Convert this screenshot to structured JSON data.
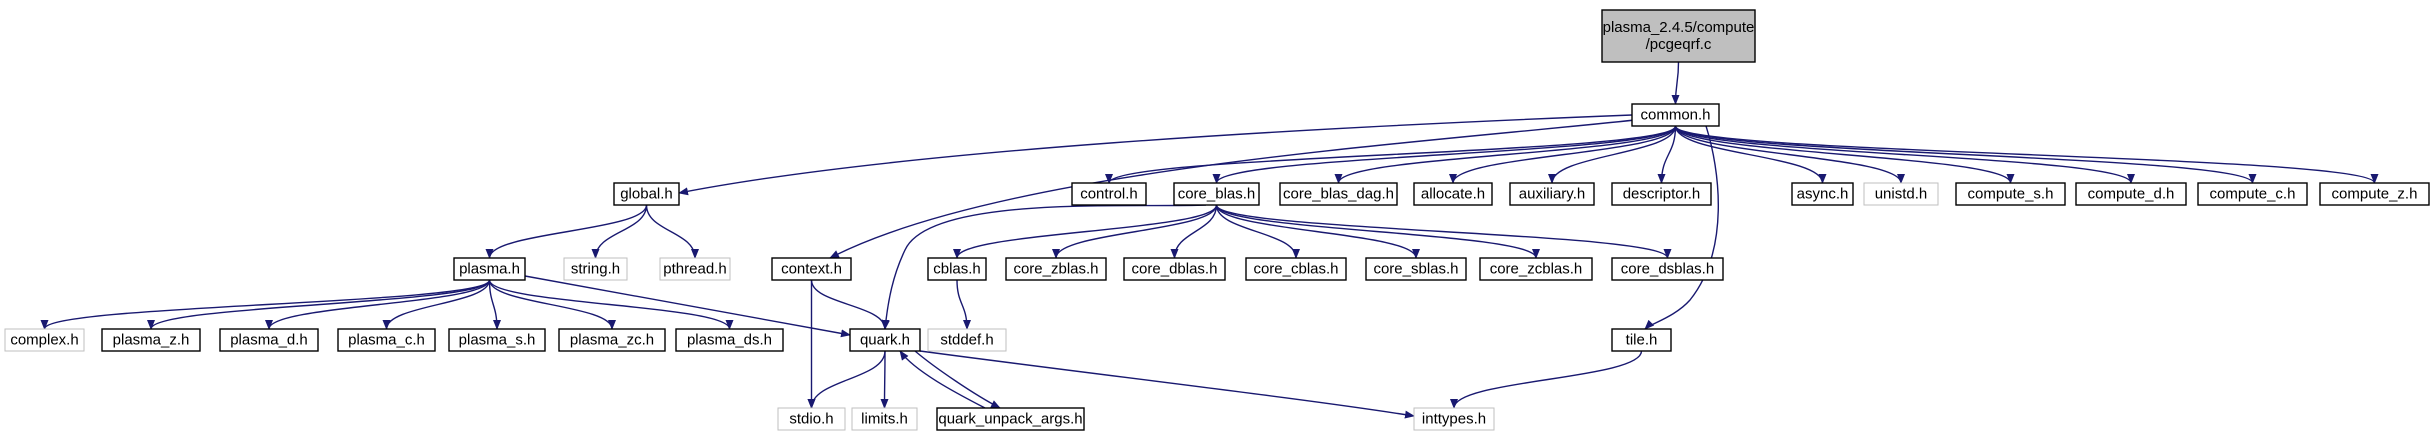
{
  "nodes": [
    {
      "id": "root",
      "lines": [
        "plasma_2.4.5/compute",
        "/pcgeqrf.c"
      ],
      "style": "root"
    },
    {
      "id": "common",
      "lines": [
        "common.h"
      ],
      "style": "normal"
    },
    {
      "id": "global",
      "lines": [
        "global.h"
      ],
      "style": "normal"
    },
    {
      "id": "context",
      "lines": [
        "context.h"
      ],
      "style": "normal"
    },
    {
      "id": "control",
      "lines": [
        "control.h"
      ],
      "style": "normal"
    },
    {
      "id": "core_blas",
      "lines": [
        "core_blas.h"
      ],
      "style": "normal"
    },
    {
      "id": "core_blas_dag",
      "lines": [
        "core_blas_dag.h"
      ],
      "style": "normal"
    },
    {
      "id": "allocate",
      "lines": [
        "allocate.h"
      ],
      "style": "normal"
    },
    {
      "id": "auxiliary",
      "lines": [
        "auxiliary.h"
      ],
      "style": "normal"
    },
    {
      "id": "descriptor",
      "lines": [
        "descriptor.h"
      ],
      "style": "normal"
    },
    {
      "id": "async",
      "lines": [
        "async.h"
      ],
      "style": "normal"
    },
    {
      "id": "unistd",
      "lines": [
        "unistd.h"
      ],
      "style": "external"
    },
    {
      "id": "compute_s",
      "lines": [
        "compute_s.h"
      ],
      "style": "normal"
    },
    {
      "id": "compute_d",
      "lines": [
        "compute_d.h"
      ],
      "style": "normal"
    },
    {
      "id": "compute_c",
      "lines": [
        "compute_c.h"
      ],
      "style": "normal"
    },
    {
      "id": "compute_z",
      "lines": [
        "compute_z.h"
      ],
      "style": "normal"
    },
    {
      "id": "plasma",
      "lines": [
        "plasma.h"
      ],
      "style": "normal"
    },
    {
      "id": "string",
      "lines": [
        "string.h"
      ],
      "style": "external"
    },
    {
      "id": "pthread",
      "lines": [
        "pthread.h"
      ],
      "style": "external"
    },
    {
      "id": "cblas",
      "lines": [
        "cblas.h"
      ],
      "style": "normal"
    },
    {
      "id": "core_zblas",
      "lines": [
        "core_zblas.h"
      ],
      "style": "normal"
    },
    {
      "id": "core_dblas",
      "lines": [
        "core_dblas.h"
      ],
      "style": "normal"
    },
    {
      "id": "core_cblas",
      "lines": [
        "core_cblas.h"
      ],
      "style": "normal"
    },
    {
      "id": "core_sblas",
      "lines": [
        "core_sblas.h"
      ],
      "style": "normal"
    },
    {
      "id": "core_zcblas",
      "lines": [
        "core_zcblas.h"
      ],
      "style": "normal"
    },
    {
      "id": "core_dsblas",
      "lines": [
        "core_dsblas.h"
      ],
      "style": "normal"
    },
    {
      "id": "complex",
      "lines": [
        "complex.h"
      ],
      "style": "external"
    },
    {
      "id": "plasma_z",
      "lines": [
        "plasma_z.h"
      ],
      "style": "normal"
    },
    {
      "id": "plasma_d",
      "lines": [
        "plasma_d.h"
      ],
      "style": "normal"
    },
    {
      "id": "plasma_c",
      "lines": [
        "plasma_c.h"
      ],
      "style": "normal"
    },
    {
      "id": "plasma_s",
      "lines": [
        "plasma_s.h"
      ],
      "style": "normal"
    },
    {
      "id": "plasma_zc",
      "lines": [
        "plasma_zc.h"
      ],
      "style": "normal"
    },
    {
      "id": "plasma_ds",
      "lines": [
        "plasma_ds.h"
      ],
      "style": "normal"
    },
    {
      "id": "quark",
      "lines": [
        "quark.h"
      ],
      "style": "normal"
    },
    {
      "id": "stddef",
      "lines": [
        "stddef.h"
      ],
      "style": "external"
    },
    {
      "id": "tile",
      "lines": [
        "tile.h"
      ],
      "style": "normal"
    },
    {
      "id": "stdio",
      "lines": [
        "stdio.h"
      ],
      "style": "external"
    },
    {
      "id": "limits",
      "lines": [
        "limits.h"
      ],
      "style": "external"
    },
    {
      "id": "quark_unpack_args",
      "lines": [
        "quark_unpack_args.h"
      ],
      "style": "normal"
    },
    {
      "id": "inttypes",
      "lines": [
        "inttypes.h"
      ],
      "style": "external"
    }
  ],
  "edges": [
    {
      "from": "root",
      "to": "common"
    },
    {
      "from": "common",
      "to": "global"
    },
    {
      "from": "common",
      "to": "context"
    },
    {
      "from": "common",
      "to": "control"
    },
    {
      "from": "common",
      "to": "core_blas"
    },
    {
      "from": "common",
      "to": "core_blas_dag"
    },
    {
      "from": "common",
      "to": "allocate"
    },
    {
      "from": "common",
      "to": "auxiliary"
    },
    {
      "from": "common",
      "to": "descriptor"
    },
    {
      "from": "common",
      "to": "tile"
    },
    {
      "from": "common",
      "to": "async"
    },
    {
      "from": "common",
      "to": "unistd"
    },
    {
      "from": "common",
      "to": "compute_s"
    },
    {
      "from": "common",
      "to": "compute_d"
    },
    {
      "from": "common",
      "to": "compute_c"
    },
    {
      "from": "common",
      "to": "compute_z"
    },
    {
      "from": "global",
      "to": "plasma"
    },
    {
      "from": "global",
      "to": "string"
    },
    {
      "from": "global",
      "to": "pthread"
    },
    {
      "from": "plasma",
      "to": "complex"
    },
    {
      "from": "plasma",
      "to": "plasma_z"
    },
    {
      "from": "plasma",
      "to": "plasma_d"
    },
    {
      "from": "plasma",
      "to": "plasma_c"
    },
    {
      "from": "plasma",
      "to": "plasma_s"
    },
    {
      "from": "plasma",
      "to": "plasma_zc"
    },
    {
      "from": "plasma",
      "to": "plasma_ds"
    },
    {
      "from": "plasma",
      "to": "quark"
    },
    {
      "from": "context",
      "to": "stdio"
    },
    {
      "from": "context",
      "to": "quark"
    },
    {
      "from": "core_blas",
      "to": "quark"
    },
    {
      "from": "core_blas",
      "to": "cblas"
    },
    {
      "from": "core_blas",
      "to": "core_zblas"
    },
    {
      "from": "core_blas",
      "to": "core_dblas"
    },
    {
      "from": "core_blas",
      "to": "core_cblas"
    },
    {
      "from": "core_blas",
      "to": "core_sblas"
    },
    {
      "from": "core_blas",
      "to": "core_zcblas"
    },
    {
      "from": "core_blas",
      "to": "core_dsblas"
    },
    {
      "from": "cblas",
      "to": "stddef"
    },
    {
      "from": "quark",
      "to": "stdio"
    },
    {
      "from": "quark",
      "to": "limits"
    },
    {
      "from": "quark",
      "to": "quark_unpack_args"
    },
    {
      "from": "quark",
      "to": "inttypes"
    },
    {
      "from": "quark_unpack_args",
      "to": "quark"
    },
    {
      "from": "tile",
      "to": "inttypes"
    }
  ],
  "colors": {
    "edge": "#191970",
    "root_fill": "#bfbfbf",
    "node_border": "#000000",
    "external_border": "#bfbfbf",
    "text": "#000000"
  }
}
